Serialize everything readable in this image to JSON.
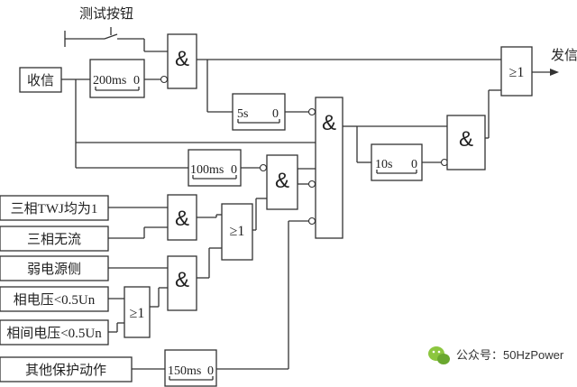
{
  "diagram": {
    "test_button": "测试按钮",
    "receive": "收信",
    "send": "发信",
    "inputs": {
      "twj": "三相TWJ均为1",
      "no_current": "三相无流",
      "weak_source": "弱电源侧",
      "phase_voltage": "相电压<0.5Un",
      "line_voltage": "相间电压<0.5Un",
      "other_protection": "其他保护动作"
    },
    "timers": {
      "t200_label": "200ms",
      "t200_value": "0",
      "t5s_label": "5s",
      "t5s_value": "0",
      "t10s_label": "10s",
      "t10s_value": "0",
      "t100_label": "100ms",
      "t100_value": "0",
      "t150_label": "150ms",
      "t150_value": "0"
    },
    "gates": {
      "and_symbol": "&",
      "or_symbol": "≥1"
    }
  },
  "watermark": {
    "icon": "wechat-icon",
    "text": "公众号：50HzPower"
  }
}
